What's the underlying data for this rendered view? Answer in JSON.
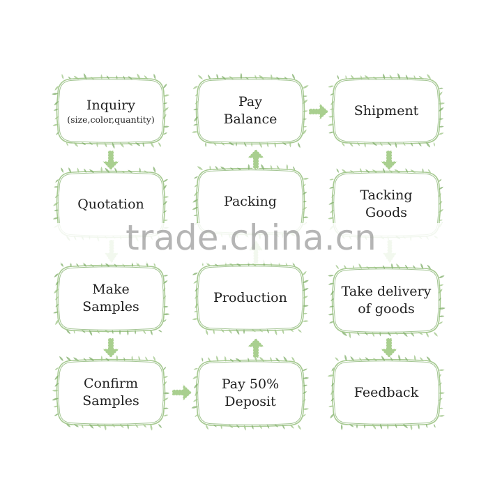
{
  "colors": {
    "vine": "#9dc486",
    "vine_dark": "#7fae68",
    "arrow": "#a9cf8f",
    "text": "#1f1f1f",
    "watermark": "#808080"
  },
  "steps": {
    "inquiry": {
      "label": "Inquiry",
      "sub": "(size,color,quantity)"
    },
    "quotation": {
      "label": "Quotation"
    },
    "make_samples": {
      "label": "Make\nSamples"
    },
    "confirm_samples": {
      "label": "Confirm\nSamples"
    },
    "pay_deposit": {
      "label": "Pay 50%\nDeposit"
    },
    "production": {
      "label": "Production"
    },
    "packing": {
      "label": "Packing"
    },
    "pay_balance": {
      "label": "Pay\nBalance"
    },
    "shipment": {
      "label": "Shipment"
    },
    "tacking_goods": {
      "label": "Tacking\nGoods"
    },
    "take_delivery": {
      "label": "Take delivery\nof goods"
    },
    "feedback": {
      "label": "Feedback"
    }
  },
  "watermark": "trade.china.cn"
}
